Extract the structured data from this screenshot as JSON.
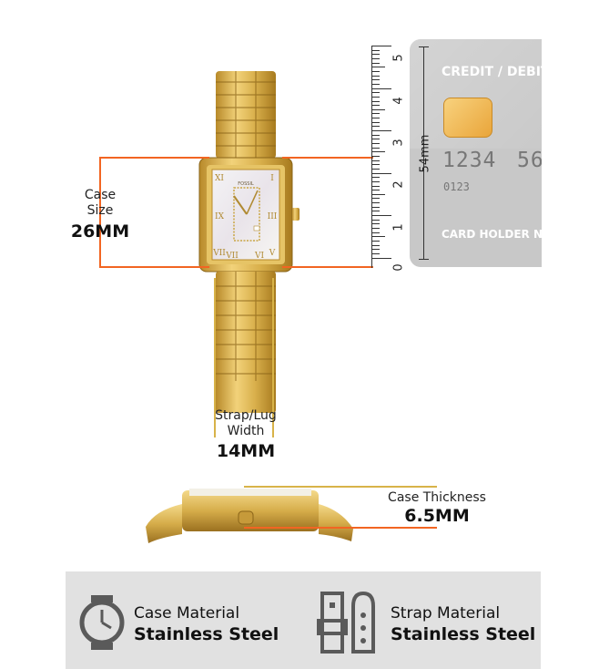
{
  "colors": {
    "accent": "#f26522",
    "gold": "#d8b349",
    "panel": "#e1e1e1",
    "card": "#c8c8c8"
  },
  "case_size": {
    "label_line1": "Case",
    "label_line2": "Size",
    "value": "26MM"
  },
  "strap_width": {
    "label_line1": "Strap/Lug",
    "label_line2": "Width",
    "value": "14MM"
  },
  "case_thickness": {
    "label": "Case Thickness",
    "value": "6.5MM"
  },
  "ruler": {
    "numbers": [
      "5",
      "4",
      "3",
      "2",
      "1",
      "0"
    ],
    "length_label": "54mm"
  },
  "card": {
    "title": "CREDIT / DEBIT C",
    "number_left": "1234",
    "number_right": "56",
    "small_number": "0123",
    "holder": "CARD HOLDER NAME"
  },
  "watch": {
    "brand": "FOSSIL"
  },
  "materials": [
    {
      "label": "Case Material",
      "value": "Stainless Steel",
      "icon": "watch-icon"
    },
    {
      "label": "Strap Material",
      "value": "Stainless Steel",
      "icon": "strap-icon"
    }
  ]
}
